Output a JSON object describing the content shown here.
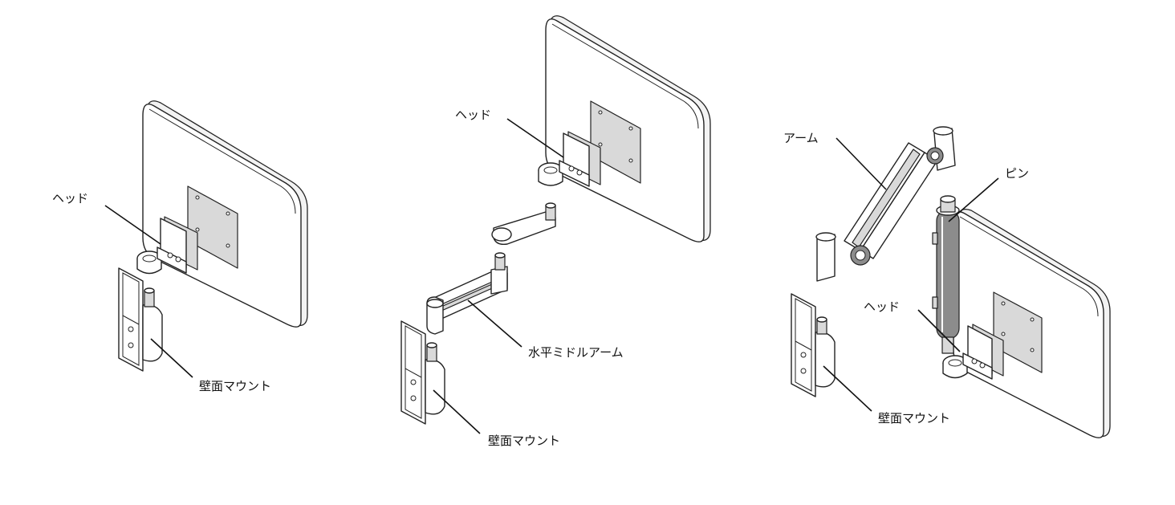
{
  "colors": {
    "line": "#222222",
    "fill": "#ffffff",
    "shade": "#d9d9d9",
    "text": "#111111"
  },
  "labels": {
    "head": "ヘッド",
    "wall_mount": "壁面マウント",
    "horizontal_middle_arm": "水平ミドルアーム",
    "arm": "アーム",
    "pin": "ピン"
  }
}
